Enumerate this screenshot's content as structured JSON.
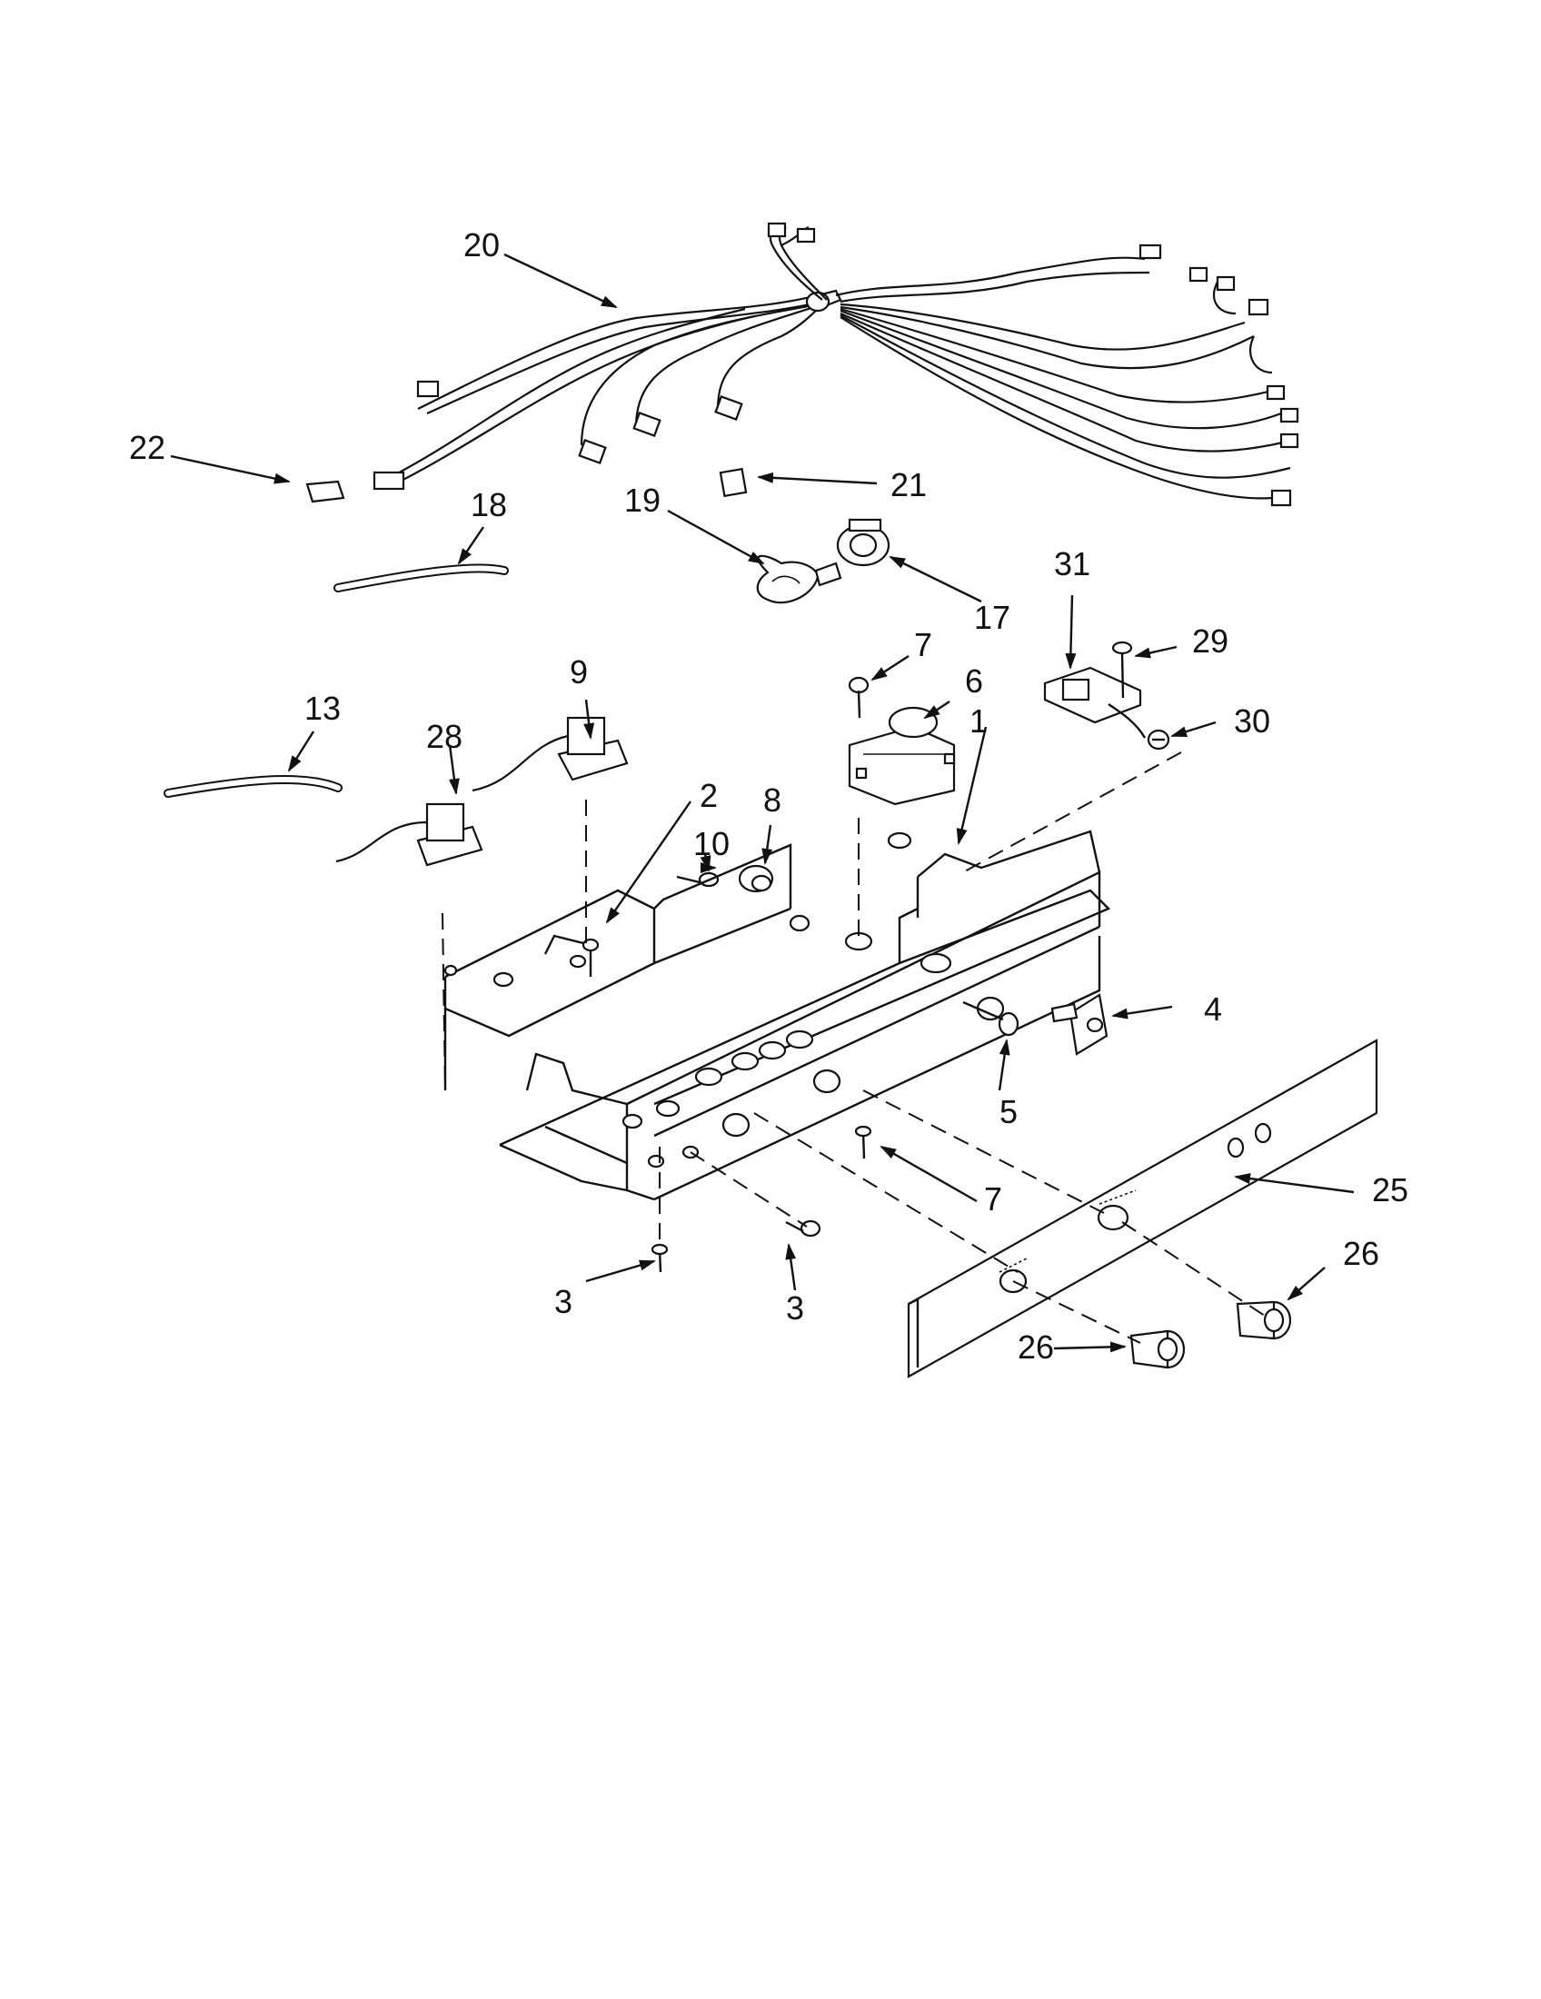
{
  "labels": {
    "l1": "1",
    "l2": "2",
    "l3a": "3",
    "l3b": "3",
    "l4": "4",
    "l5": "5",
    "l6": "6",
    "l7a": "7",
    "l7b": "7",
    "l8": "8",
    "l9": "9",
    "l10": "10",
    "l13": "13",
    "l17": "17",
    "l18": "18",
    "l19": "19",
    "l20": "20",
    "l21": "21",
    "l22": "22",
    "l25": "25",
    "l26a": "26",
    "l26b": "26",
    "l28": "28",
    "l29": "29",
    "l30": "30",
    "l31": "31"
  }
}
